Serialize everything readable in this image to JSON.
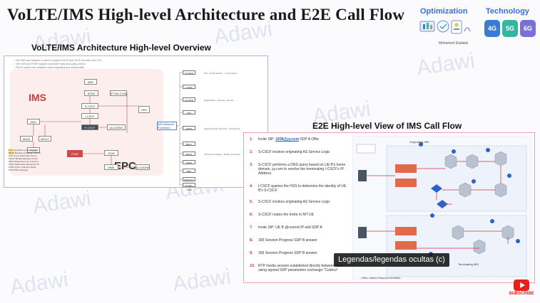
{
  "slide": {
    "main_title": "VoLTE/IMS High-level Architecture and E2E Call Flow",
    "watermark": "Adawi"
  },
  "brand": {
    "optimization": "Optimization",
    "technology": "Technology",
    "author": "Mohamed Eladawi",
    "generations": [
      "4G",
      "5G",
      "6G"
    ]
  },
  "left_panel": {
    "title": "VoLTE/IMS Architecture High-level Overview",
    "ims_label": "IMS",
    "epc_label": "EPC",
    "nodes": [
      "MRF",
      "MTAS",
      "P-CSCF",
      "I-CSCF",
      "S-CSCF",
      "HSS",
      "BGCF",
      "MGCF",
      "MGW",
      "MSC",
      "PCRF",
      "PGW",
      "SGW",
      "MME",
      "ALG/ASW",
      "IP SW-COM"
    ],
    "tree": [
      "P-CSCF",
      "I-CSCF",
      "S-CSCF",
      "HSS",
      "MTAS",
      "BGCF",
      "MGCF",
      "MGW",
      "MRF",
      "MRF/SCC",
      "IP SW-COM",
      "IMS Network Functions"
    ]
  },
  "right_panel": {
    "title": "E2E High-level View of IMS Call Flow",
    "steps": [
      {
        "num": "1.",
        "pre": "Invite SIP: ",
        "link": "1938@yy.com",
        "post": " SDP A Offer"
      },
      {
        "num": "2.",
        "pre": "S-CSCF invokes originating AS Service Logic",
        "link": "",
        "post": ""
      },
      {
        "num": "3.",
        "pre": "S-CSCF performs a DNS query based on UE B's home domain, yy.com to resolve the terminating I-CSCF's IP Address",
        "link": "",
        "post": ""
      },
      {
        "num": "4.",
        "pre": "I-CSCF queries the HSS to determine the identity of UE B's S-CSCF",
        "link": "",
        "post": ""
      },
      {
        "num": "5.",
        "pre": "S-CSCF invokes originating AS Service Logic",
        "link": "",
        "post": ""
      },
      {
        "num": "6.",
        "pre": "S-CSCF routes the Invite to MT UE",
        "link": "",
        "post": ""
      },
      {
        "num": "7.",
        "pre": "Invite SIP: UE B @current IP add SDP A",
        "link": "",
        "post": ""
      },
      {
        "num": "8.",
        "pre": "183 Session Progress SDP B answer",
        "link": "",
        "post": ""
      },
      {
        "num": "9.",
        "pre": "183 Session Progress SDP B answer",
        "link": "",
        "post": ""
      },
      {
        "num": "10.",
        "pre": "RTP media session established directly between UEs using agreed SDP parameters exchange \"Codecs\"",
        "link": "",
        "post": ""
      }
    ],
    "footnote": "*URIs: Uniform Resource Identifiers",
    "originating_label": "Originating IMS",
    "terminating_label": "Terminating IMS"
  },
  "player": {
    "caption": "Legendas/legendas ocultas (c)",
    "subscribe_label": "SUBSCRIBE"
  },
  "colors": {
    "accent_red": "#d23a3a",
    "panel_border": "#f29ab1",
    "youtube_red": "#e62117",
    "link_blue": "#1f5fc6"
  }
}
